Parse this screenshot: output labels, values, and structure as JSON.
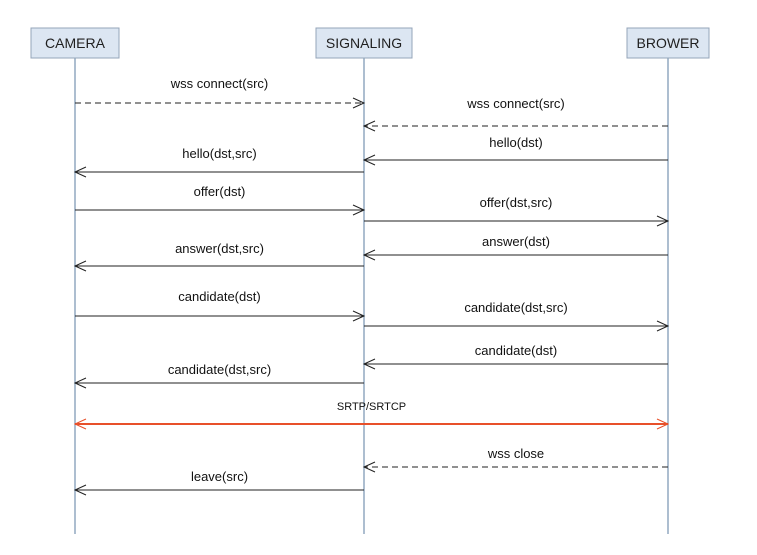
{
  "actors": [
    {
      "id": "camera",
      "label": "CAMERA"
    },
    {
      "id": "signaling",
      "label": "SIGNALING"
    },
    {
      "id": "browser",
      "label": "BROWER"
    }
  ],
  "messages": [
    {
      "id": "wss-connect-camera",
      "from": "camera",
      "to": "signaling",
      "label": "wss connect(src)",
      "style": "dashed"
    },
    {
      "id": "wss-connect-browser",
      "from": "browser",
      "to": "signaling",
      "label": "wss connect(src)",
      "style": "dashed"
    },
    {
      "id": "hello-browser",
      "from": "browser",
      "to": "signaling",
      "label": "hello(dst)",
      "style": "solid"
    },
    {
      "id": "hello-camera",
      "from": "signaling",
      "to": "camera",
      "label": "hello(dst,src)",
      "style": "solid"
    },
    {
      "id": "offer-camera",
      "from": "camera",
      "to": "signaling",
      "label": "offer(dst)",
      "style": "solid"
    },
    {
      "id": "offer-browser",
      "from": "signaling",
      "to": "browser",
      "label": "offer(dst,src)",
      "style": "solid"
    },
    {
      "id": "answer-browser",
      "from": "browser",
      "to": "signaling",
      "label": "answer(dst)",
      "style": "solid"
    },
    {
      "id": "answer-camera",
      "from": "signaling",
      "to": "camera",
      "label": "answer(dst,src)",
      "style": "solid"
    },
    {
      "id": "candidate-camera",
      "from": "camera",
      "to": "signaling",
      "label": "candidate(dst)",
      "style": "solid"
    },
    {
      "id": "candidate-to-browser",
      "from": "signaling",
      "to": "browser",
      "label": "candidate(dst,src)",
      "style": "solid"
    },
    {
      "id": "candidate-browser",
      "from": "browser",
      "to": "signaling",
      "label": "candidate(dst)",
      "style": "solid"
    },
    {
      "id": "candidate-to-camera",
      "from": "signaling",
      "to": "camera",
      "label": "candidate(dst,src)",
      "style": "solid"
    },
    {
      "id": "srtp-srtcp",
      "from": "camera",
      "to": "browser",
      "label": "SRTP/SRTCP",
      "style": "bidirectional",
      "color": "#e8502a"
    },
    {
      "id": "wss-close",
      "from": "browser",
      "to": "signaling",
      "label": "wss close",
      "style": "dashed"
    },
    {
      "id": "leave",
      "from": "signaling",
      "to": "camera",
      "label": "leave(src)",
      "style": "solid"
    }
  ],
  "colors": {
    "actor_fill": "#dce6f2",
    "lifeline": "#5b7ea1",
    "message": "#222222",
    "media": "#e8502a"
  }
}
